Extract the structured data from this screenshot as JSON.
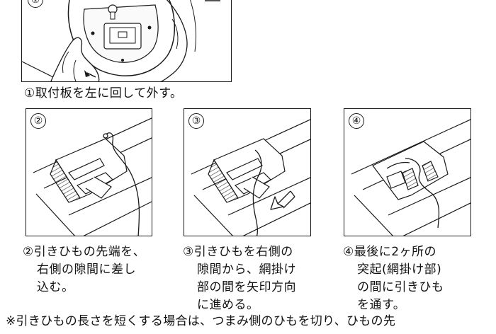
{
  "steps": [
    {
      "number": "①",
      "caption": [
        "①取付板を左に回して外す。"
      ]
    },
    {
      "number": "②",
      "caption": [
        "②引きひもの先端を、",
        "右側の隙間に差し",
        "込む。"
      ]
    },
    {
      "number": "③",
      "caption": [
        "③引きひもを右側の",
        "隙間から、網掛け",
        "部の間を矢印方向",
        "に進める。"
      ]
    },
    {
      "number": "④",
      "caption": [
        "④最後に2ヶ所の",
        "突起(網掛け部)",
        "の間に引きひも",
        "を通す。"
      ]
    }
  ],
  "note": "※引きひもの長さを短くする場合は、つまみ側のひもを切り、ひもの先",
  "colors": {
    "line": "#1a1a1a",
    "hatch": "#333333",
    "background": "#ffffff"
  }
}
